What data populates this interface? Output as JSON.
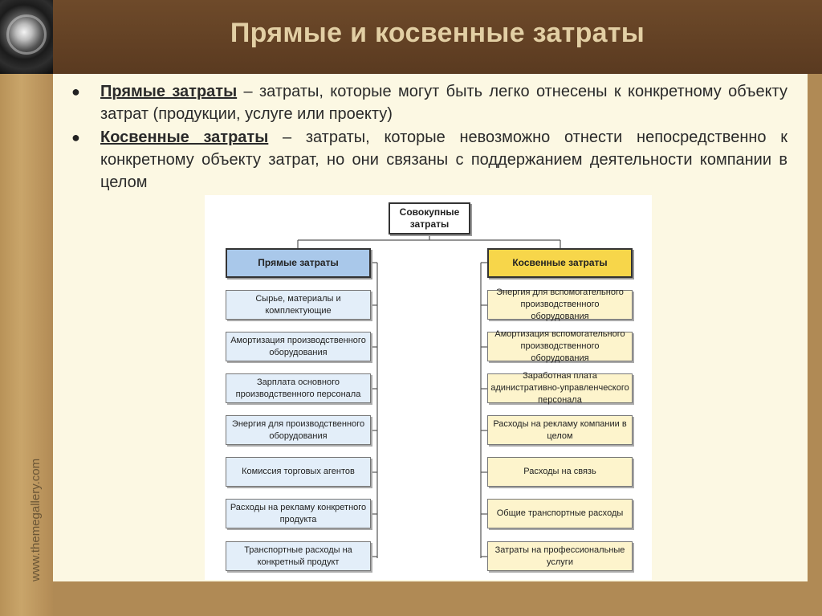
{
  "slide": {
    "title": "Прямые и косвенные затраты",
    "side_text": "www.themegallery.com"
  },
  "bullets": [
    {
      "term": "Прямые затраты",
      "text": " – затраты, которые могут быть легко отнесены к конкретному объекту затрат (продукции, услуге или проекту)"
    },
    {
      "term": "Косвенные затраты",
      "text": " – затраты, которые невозможно отнести непосредственно к конкретному объекту затрат, но они связаны с поддержанием деятельности компании в целом"
    }
  ],
  "diagram": {
    "root": "Совокупные затраты",
    "direct": {
      "header": "Прямые затраты",
      "items": [
        "Сырье, материалы и комплектующие",
        "Амортизация производственного оборудования",
        "Зарплата основного производственного персонала",
        "Энергия для производственного оборудования",
        "Комиссия торговых агентов",
        "Расходы на рекламу конкретного продукта",
        "Транспортные расходы на конкретный продукт"
      ]
    },
    "indirect": {
      "header": "Косвенные затраты",
      "items": [
        "Энергия для вспомогательного производственного оборудования",
        "Амортизация вспомогательного производственного оборудования",
        "Заработная плата адинистративно-управленческого персонала",
        "Расходы на рекламу компании в целом",
        "Расходы на связь",
        "Общие транспортные расходы",
        "Затраты на профессиональные услуги"
      ]
    }
  }
}
